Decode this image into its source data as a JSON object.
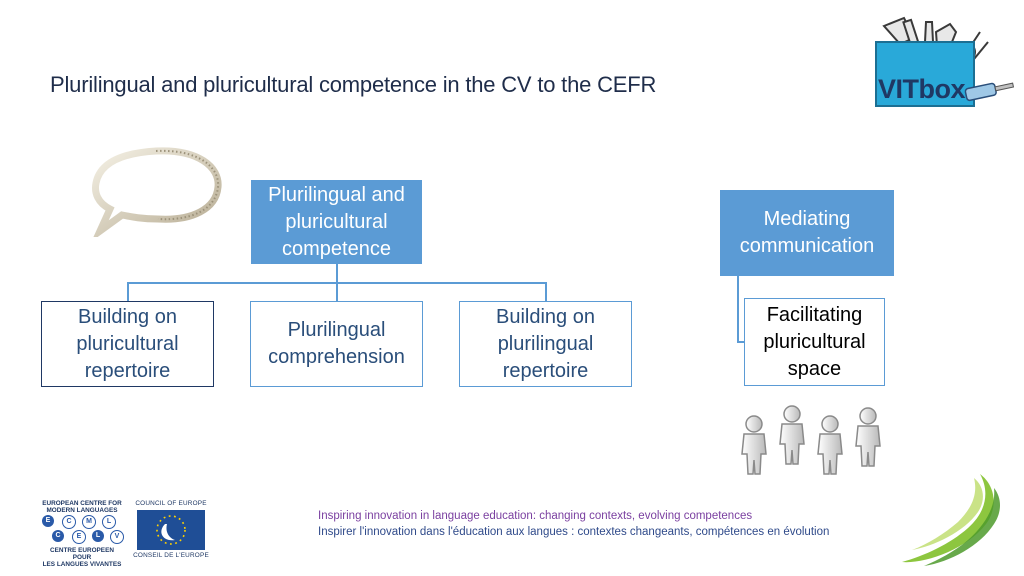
{
  "slide": {
    "title": "Plurilingual and pluricultural competence in the CV to the CEFR"
  },
  "diagram": {
    "root": "Plurilingual and\npluricultural\ncompetence",
    "children": [
      "Building on\npluricultural\nrepertoire",
      "Plurilingual\ncomprehension",
      "Building on\nplurilingual\nrepertoire"
    ],
    "mediation_root": "Mediating\ncommunication",
    "mediation_child": "Facilitating\npluricultural\nspace"
  },
  "footer": {
    "line1": "Inspiring innovation in language education: changing contexts, evolving competences",
    "line2": "Inspirer l'innovation dans l'éducation aux langues : contextes changeants, compétences en évolution"
  },
  "logos": {
    "vitbox": "VITbox",
    "ecml_top": "EUROPEAN CENTRE FOR\nMODERN LANGUAGES",
    "ecml_letters": [
      "E",
      "C",
      "M",
      "L",
      "C",
      "E",
      "L",
      "V"
    ],
    "ecml_bottom": "CENTRE EUROPEEN POUR\nLES LANGUES VIVANTES",
    "coe_top": "COUNCIL OF EUROPE",
    "coe_bottom": "CONSEIL DE L'EUROPE"
  },
  "colors": {
    "accent": "#5b9bd5",
    "title": "#1f2d4a",
    "dark_border": "#1f3864"
  }
}
